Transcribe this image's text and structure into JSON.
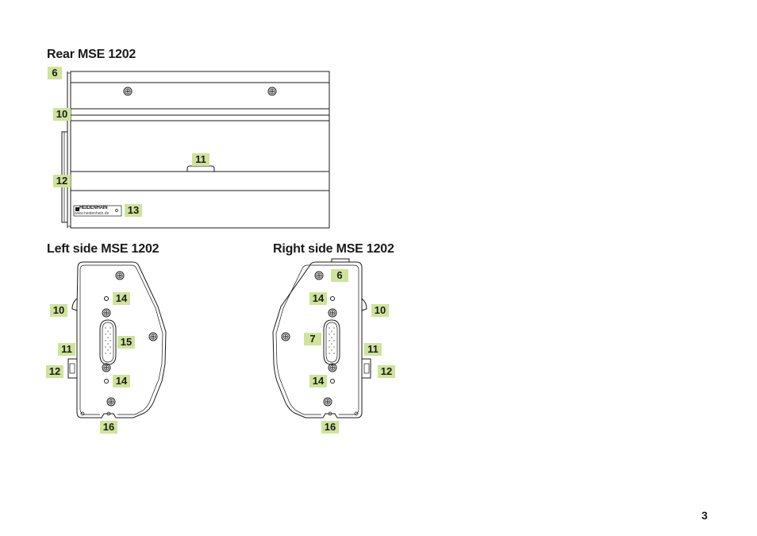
{
  "headings": {
    "rear": "Rear MSE 1202",
    "left": "Left side MSE 1202",
    "right": "Right side MSE 1202"
  },
  "rear_view": {
    "labels": [
      "6",
      "10",
      "11",
      "12",
      "13"
    ],
    "logo_text": "HEIDENHAIN",
    "logo_url": "www.heidenhain.de"
  },
  "left_view": {
    "labels": [
      "14",
      "10",
      "15",
      "11",
      "12",
      "14",
      "16"
    ]
  },
  "right_view": {
    "labels": [
      "6",
      "14",
      "10",
      "7",
      "11",
      "12",
      "14",
      "16"
    ]
  },
  "page_number": "3",
  "colors": {
    "callout_fill": "#cfe39a",
    "line": "#1a1a1a",
    "background": "#ffffff"
  }
}
